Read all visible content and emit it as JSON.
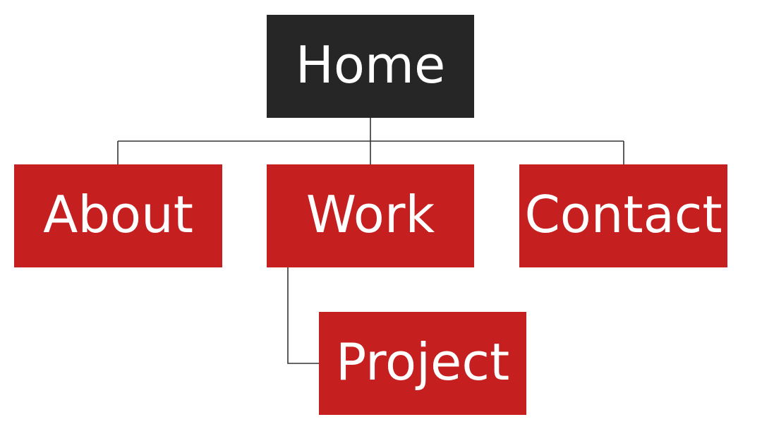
{
  "colors": {
    "root_fill": "#262626",
    "child_fill": "#c61f1f",
    "text": "#ffffff",
    "connector": "#333333",
    "background": "#ffffff"
  },
  "nodes": {
    "root": {
      "label": "Home"
    },
    "about": {
      "label": "About"
    },
    "work": {
      "label": "Work"
    },
    "contact": {
      "label": "Contact"
    },
    "project": {
      "label": "Project"
    }
  },
  "edges": [
    {
      "from": "root",
      "to": "about"
    },
    {
      "from": "root",
      "to": "work"
    },
    {
      "from": "root",
      "to": "contact"
    },
    {
      "from": "work",
      "to": "project"
    }
  ]
}
